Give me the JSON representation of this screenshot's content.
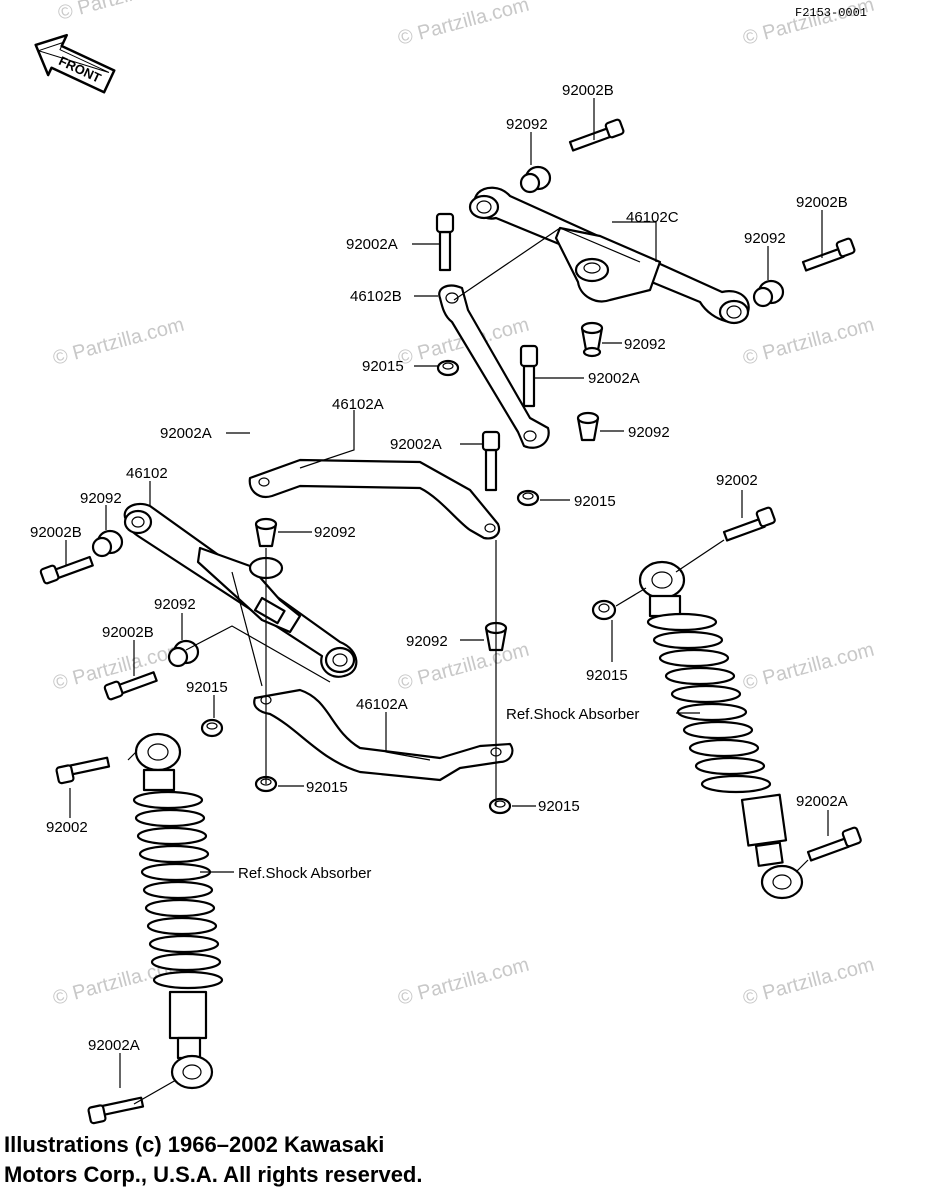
{
  "figure_code": "F2153-0001",
  "front_label": "FRONT",
  "watermark": "© Partzilla.com",
  "labels": {
    "p_92002B_top": "92002B",
    "p_92092_top": "92092",
    "p_46102C": "46102C",
    "p_92002B_right": "92002B",
    "p_92092_right": "92092",
    "p_92002A_top": "92002A",
    "p_46102B": "46102B",
    "p_92015_top": "92015",
    "p_92092_mid": "92092",
    "p_92002A_mid": "92002A",
    "p_46102A_top": "46102A",
    "p_92002A_left": "92002A",
    "p_92002A_center": "92002A",
    "p_92092_center": "92092",
    "p_92015_center": "92015",
    "p_46102": "46102",
    "p_92092_left": "92092",
    "p_92002B_left": "92002B",
    "p_92092_center2": "92092",
    "p_92092_left2": "92092",
    "p_92002B_left2": "92002B",
    "p_92015_left": "92015",
    "p_92092_lower": "92092",
    "p_46102A_lower": "46102A",
    "p_92015_lower": "92015",
    "p_92015_bottom": "92015",
    "p_92002_left": "92002",
    "p_92002A_bottom": "92002A",
    "p_92002_right": "92002",
    "p_92015_right": "92015",
    "p_92002A_right": "92002A",
    "ref_shock_left": "Ref.Shock Absorber",
    "ref_shock_right": "Ref.Shock Absorber"
  },
  "copyright": {
    "line1": "Illustrations (c) 1966–2002 Kawasaki",
    "line2": "Motors Corp., U.S.A.  All rights reserved."
  }
}
